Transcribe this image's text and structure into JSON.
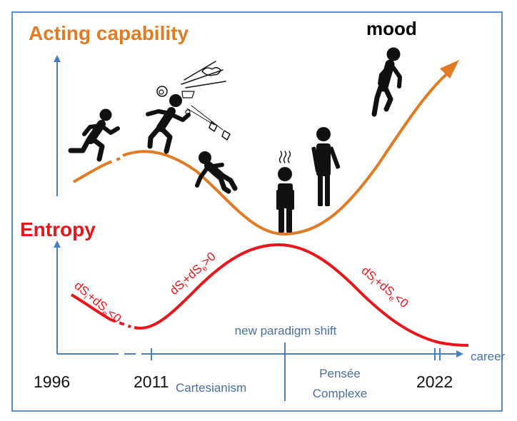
{
  "top_label": "Acting capability",
  "top_right_label": "mood",
  "bottom_label": "Entropy",
  "x_axis_label": "career",
  "years": {
    "y1996": "1996",
    "y2011": "2011",
    "y2022": "2022"
  },
  "phases": {
    "cartesianism": "Cartesianism",
    "pensee_line1": "Pensée",
    "pensee_line2": "Complexe",
    "shift": "new paradigm shift"
  },
  "entropy_annotations": {
    "left": {
      "a": "dS",
      "a_sub": "i",
      "b": "+dS",
      "b_sub": "e",
      "rel": "<0"
    },
    "mid": {
      "a": "dS",
      "a_sub": "i",
      "b": "+dS",
      "b_sub": "e",
      "rel": ">0"
    },
    "right": {
      "a": "dS",
      "a_sub": "i",
      "b": "+dS",
      "b_sub": "e",
      "rel": "<0"
    }
  },
  "figures": {
    "runner_1": "running person",
    "collision": "person colliding",
    "falling": "falling person",
    "tired": "exhausted person",
    "standing": "standing person",
    "runner_2": "running person"
  },
  "colors": {
    "capability": "#e07b24",
    "entropy": "#e8161b",
    "axis": "#4a7ec0",
    "frame": "#5b8cc8",
    "label_text": "#4a6f9c",
    "figure": "#111111"
  }
}
